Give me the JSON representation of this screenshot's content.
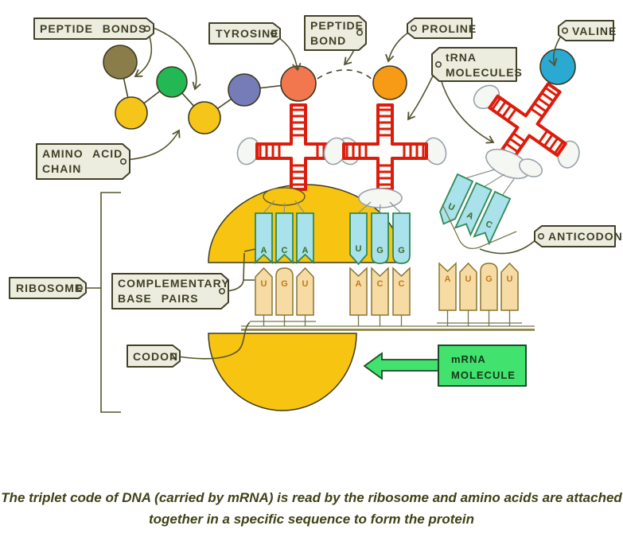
{
  "tags": {
    "peptide_bonds": "PEPTIDE BONDS",
    "tyrosine": "TYROSINE",
    "peptide_bond": {
      "line1": "PEPTIDE",
      "line2": "BOND"
    },
    "proline": "PROLINE",
    "valine": "VALINE",
    "trna_molecules": {
      "line1": "tRNA",
      "line2": "MOLECULES"
    },
    "amino_acid_chain": {
      "line1": "AMINO ACID",
      "line2": "CHAIN"
    },
    "anticodon": "ANTICODON",
    "ribosome": "RIBOSOME",
    "complementary_base_pairs": {
      "line1": "COMPLEMENTARY",
      "line2": "BASE PAIRS"
    },
    "codon": "CODON"
  },
  "mrna_box": {
    "line1": "mRNA",
    "line2": "MOLECULE"
  },
  "sequences": {
    "trna1_anticodon": [
      "A",
      "C",
      "A"
    ],
    "trna2_anticodon": [
      "U",
      "G",
      "G"
    ],
    "trna3_anticodon": [
      "U",
      "A",
      "C"
    ],
    "mrna_codon1": [
      "U",
      "G",
      "U"
    ],
    "mrna_codon2": [
      "A",
      "C",
      "C"
    ],
    "mrna_codon3": [
      "A",
      "U",
      "G",
      "U"
    ]
  },
  "colors": {
    "amino_acid_1": "#8a7d4a",
    "amino_acid_2": "#f5c51a",
    "amino_acid_3": "#22b854",
    "amino_acid_4": "#f5c51a",
    "amino_acid_5": "#767cb8",
    "tyrosine": "#f3774e",
    "proline": "#f79b17",
    "valine": "#2aa9d2",
    "ribosome": "#f7c411",
    "trna_red": "#dc1c0c",
    "anticodon_fill": "#a9e2ea",
    "codon_fill": "#f6dca4",
    "mrna_arrow_green": "#41e26e"
  },
  "caption": {
    "line1": "The triplet code of DNA (carried by mRNA) is read by the ribosome and amino acids are attached",
    "line2": "together in a specific sequence to form the protein"
  }
}
